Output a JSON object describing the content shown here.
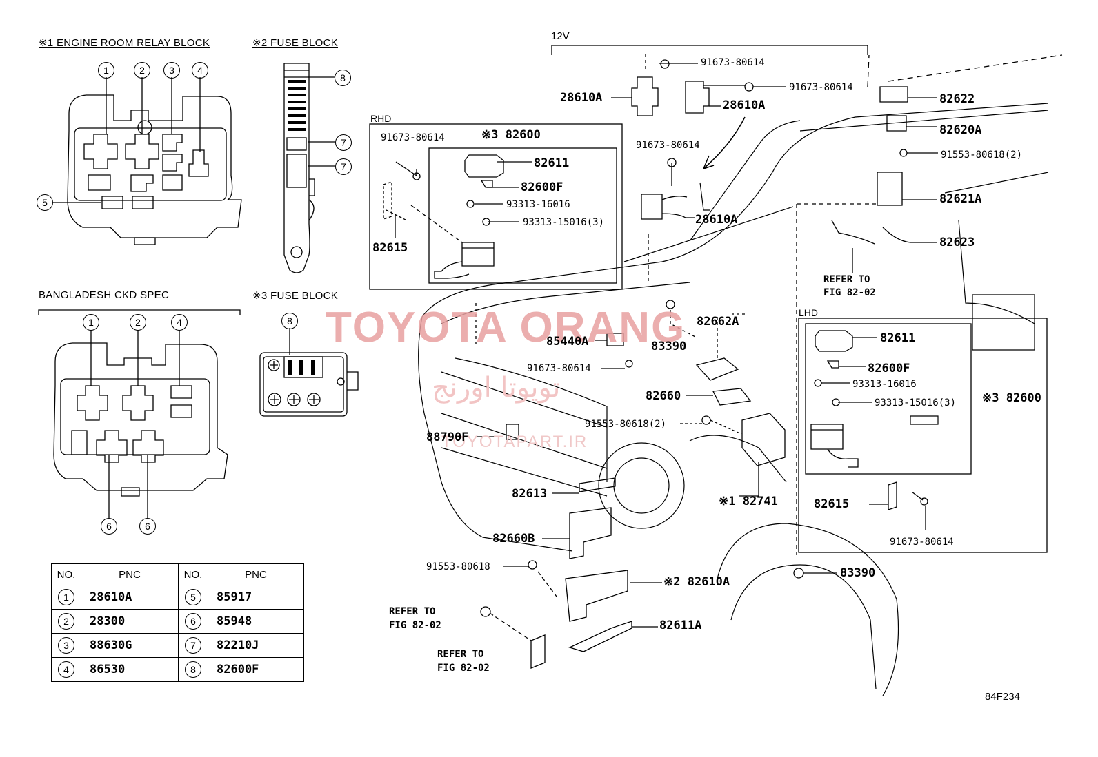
{
  "sections": {
    "relay_block": "※1 ENGINE ROOM RELAY BLOCK",
    "fuse_block_2": "※2 FUSE BLOCK",
    "bangladesh": "BANGLADESH CKD SPEC",
    "fuse_block_3": "※3 FUSE BLOCK"
  },
  "callout_numbers": [
    "1",
    "2",
    "3",
    "4",
    "5",
    "6",
    "7",
    "8"
  ],
  "table": {
    "headers": [
      "NO.",
      "PNC",
      "NO.",
      "PNC"
    ],
    "rows": [
      {
        "no1": "1",
        "pnc1": "28610A",
        "no2": "5",
        "pnc2": "85917"
      },
      {
        "no1": "2",
        "pnc1": "28300",
        "no2": "6",
        "pnc2": "85948"
      },
      {
        "no1": "3",
        "pnc1": "88630G",
        "no2": "7",
        "pnc2": "82210J"
      },
      {
        "no1": "4",
        "pnc1": "86530",
        "no2": "8",
        "pnc2": "82600F"
      }
    ]
  },
  "labels": {
    "v12": "12V",
    "rhd": "RHD",
    "lhd": "LHD",
    "diagram_code": "84F234",
    "refer_to": "REFER TO",
    "fig": "FIG 82-02"
  },
  "parts": {
    "p91673_a": "91673-80614",
    "p91673_b": "91673-80614",
    "p91673_c": "91673-80614",
    "p91673_d": "91673-80614",
    "p91673_e": "91673-80614",
    "p91673_f": "91673-80614",
    "p28610A_a": "28610A",
    "p28610A_b": "28610A",
    "p28610A_c": "28610A",
    "p82622": "82622",
    "p82620A": "82620A",
    "p91553_a": "91553-80618(2)",
    "p91553_b": "91553-80618(2)",
    "p91553_c": "91553-80618",
    "p82621A": "82621A",
    "p82623": "82623",
    "p82600_rhd": "※3 82600",
    "p82611_rhd": "82611",
    "p82600F_rhd": "82600F",
    "p93313_16016_rhd": "93313-16016",
    "p93313_15016_rhd": "93313-15016(3)",
    "p82615_rhd": "82615",
    "p82662A": "82662A",
    "p85440A": "85440A",
    "p83390_a": "83390",
    "p82660": "82660",
    "p88790F": "88790F",
    "p82613": "82613",
    "p82741": "※1 82741",
    "p82660B": "82660B",
    "p82610A": "※2 82610A",
    "p82611A": "82611A",
    "p83390_b": "83390",
    "p82611_lhd": "82611",
    "p82600F_lhd": "82600F",
    "p93313_16016_lhd": "93313-16016",
    "p93313_15016_lhd": "93313-15016(3)",
    "p82600_lhd": "※3 82600",
    "p82615_lhd": "82615"
  },
  "watermark": {
    "main": "TOYOTA ORANG",
    "arabic": "تويوتا اورنج",
    "site": "TOYOTAPART.IR"
  }
}
